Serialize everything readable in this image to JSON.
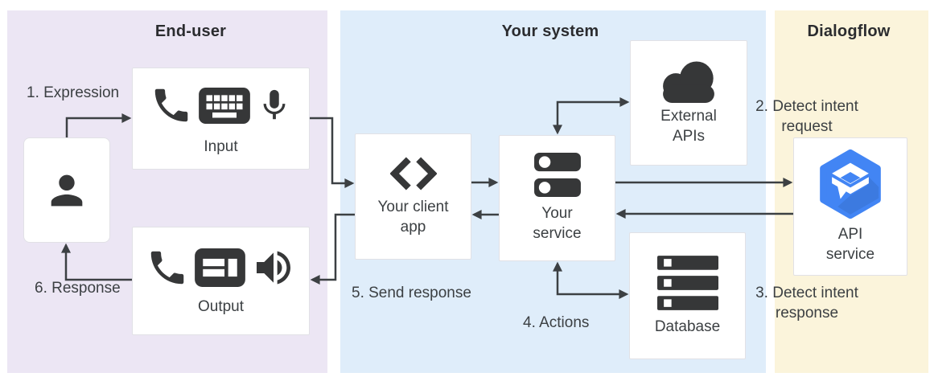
{
  "regions": {
    "end_user": {
      "title": "End-user"
    },
    "your_system": {
      "title": "Your system"
    },
    "dialogflow": {
      "title": "Dialogflow"
    }
  },
  "nodes": {
    "person": {
      "label": "",
      "icons": [
        "person-icon"
      ]
    },
    "input": {
      "label": "Input",
      "icons": [
        "phone-icon",
        "keyboard-icon",
        "microphone-icon"
      ]
    },
    "output": {
      "label": "Output",
      "icons": [
        "phone-icon",
        "screen-icon",
        "speaker-icon"
      ]
    },
    "client_app": {
      "label": "Your client app",
      "icons": [
        "code-icon"
      ]
    },
    "service": {
      "label": "Your service",
      "icons": [
        "servers-icon"
      ]
    },
    "external_apis": {
      "label": "External APIs",
      "icons": [
        "cloud-icon"
      ]
    },
    "database": {
      "label": "Database",
      "icons": [
        "database-icon"
      ]
    },
    "api_service": {
      "label": "API service",
      "icons": [
        "dialogflow-logo-icon"
      ]
    }
  },
  "steps": {
    "s1": "1. Expression",
    "s2": "2. Detect intent request",
    "s3": "3. Detect intent response",
    "s4": "4. Actions",
    "s5": "5. Send response",
    "s6": "6. Response"
  },
  "colors": {
    "end_user_bg": "#ece6f4",
    "your_system_bg": "#dfedfa",
    "dialogflow_bg": "#fbf4db",
    "icon_dark": "#363738",
    "arrow": "#3c4043",
    "logo_blue": "#4285f4"
  }
}
